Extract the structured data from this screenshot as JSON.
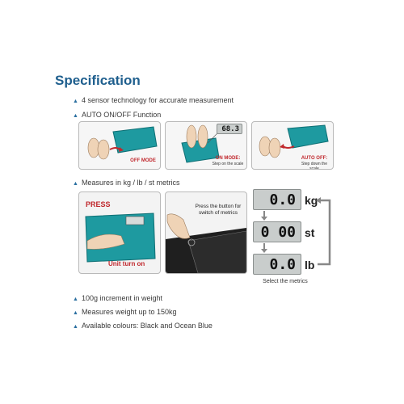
{
  "heading": "Specification",
  "bullets": {
    "b1": "4 sensor technology for accurate measurement",
    "b2": "AUTO ON/OFF Function",
    "b3": "Measures in kg / lb / st metrics",
    "b4": "100g increment in weight",
    "b5": "Measures weight up to 150kg",
    "b6": "Available colours: Black and Ocean Blue"
  },
  "panels": {
    "off_mode": "OFF MODE",
    "on_mode": "ON MODE:",
    "on_mode_sub": "Step on the scale",
    "auto_off": "AUTO OFF:",
    "auto_off_sub": "Step down the scale",
    "press": "PRESS",
    "unit_turn_on": "Unit turn on",
    "press_button_text": "Press the button for switch of metrics",
    "select_metrics": "Select the metrics",
    "display_reading": "68.3"
  },
  "metrics": {
    "kg_display": "0.0",
    "st_display": "0 00",
    "lb_display": "0.0",
    "kg_unit": "kg",
    "st_unit": "st",
    "lb_unit": "lb"
  },
  "colors": {
    "brand_blue": "#1f5f8e",
    "scale_teal": "#1e9aa0",
    "accent_red": "#c0282d"
  }
}
